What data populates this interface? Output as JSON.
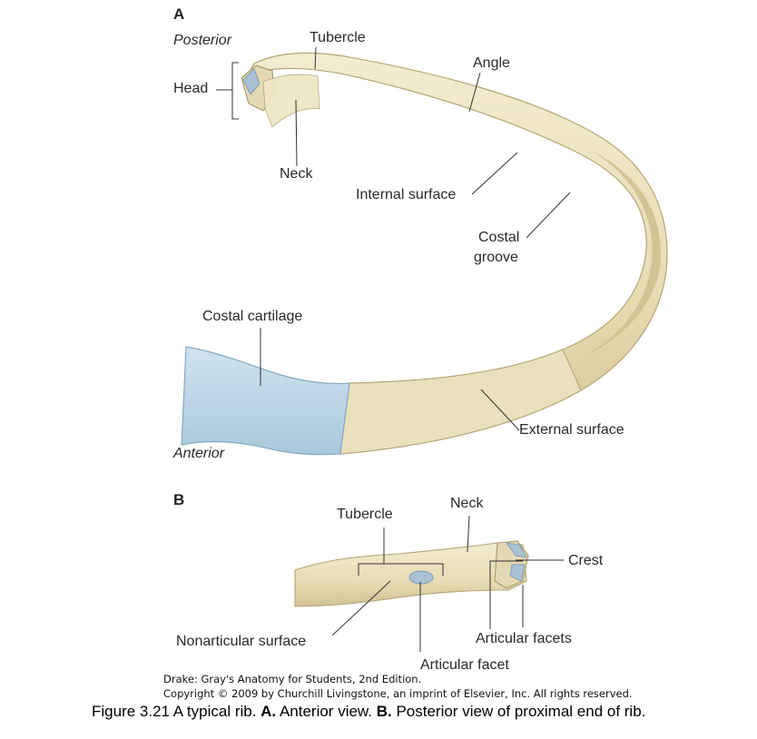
{
  "panel_a": {
    "letter": "A",
    "orientation_top": "Posterior",
    "orientation_bottom": "Anterior",
    "labels": {
      "tubercle": "Tubercle",
      "head": "Head",
      "angle": "Angle",
      "neck": "Neck",
      "internal_surface": "Internal surface",
      "costal_groove_line1": "Costal",
      "costal_groove_line2": "groove",
      "costal_cartilage": "Costal cartilage",
      "external_surface": "External surface"
    }
  },
  "panel_b": {
    "letter": "B",
    "labels": {
      "tubercle": "Tubercle",
      "neck": "Neck",
      "crest": "Crest",
      "nonarticular_surface": "Nonarticular surface",
      "articular_facets": "Articular facets",
      "articular_facet": "Articular facet"
    }
  },
  "credit": {
    "line1": "Drake: Gray's Anatomy for Students, 2nd Edition.",
    "line2": "Copyright © 2009 by Churchill Livingstone, an imprint of Elsevier, Inc. All rights reserved."
  },
  "caption": {
    "prefix": "Figure 3.21 A typical rib. ",
    "part_a_letter": "A.",
    "part_a_text": " Anterior view. ",
    "part_b_letter": "B.",
    "part_b_text": " Posterior view of proximal end of rib."
  },
  "colors": {
    "bone": "#ebe2c0",
    "bone_shadow": "#cbbd8e",
    "cartilage": "#b9d6e6",
    "cartilage_edge": "#8fb2c8",
    "facet": "#a9c2d6"
  }
}
